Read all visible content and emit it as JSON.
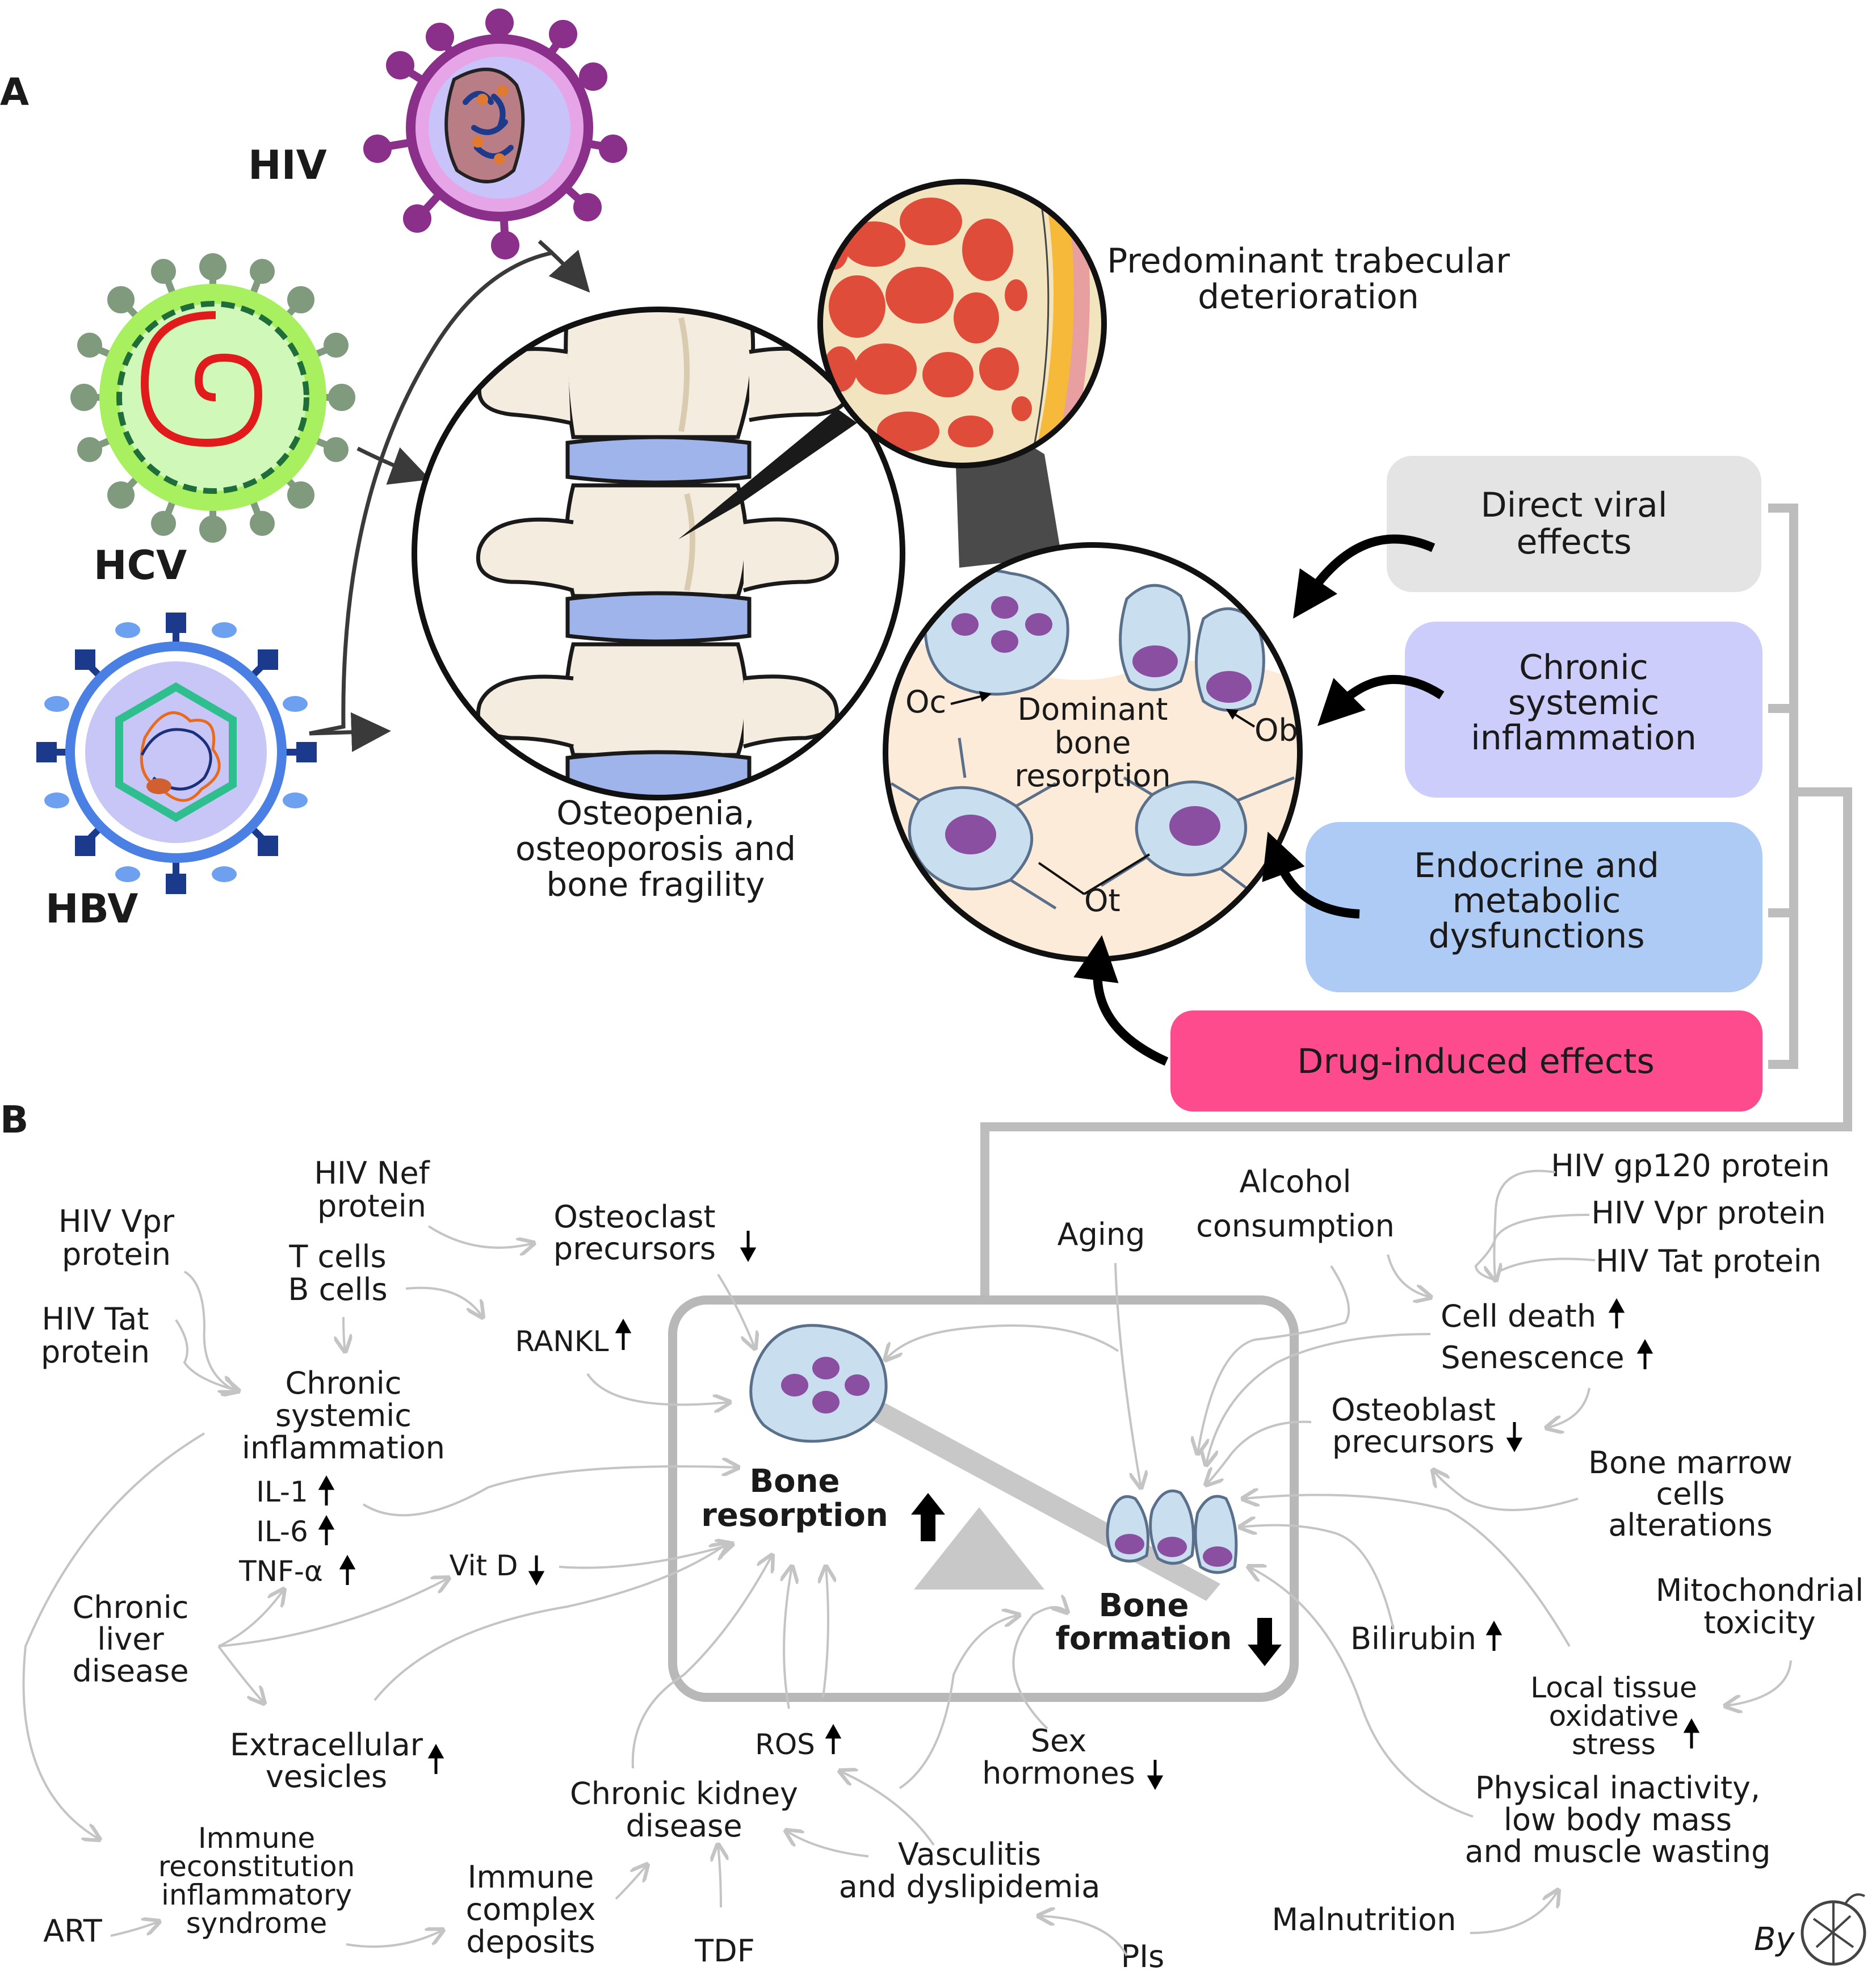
{
  "panel_labels": {
    "a": "A",
    "b": "B"
  },
  "viruses": {
    "hiv": "HIV",
    "hcv": "HCV",
    "hbv": "HBV"
  },
  "bone": {
    "osteopenia": [
      "Osteopenia,",
      "osteoporosis and",
      "bone fragility"
    ],
    "trabecular": [
      "Predominant trabecular",
      "deterioration"
    ],
    "cells": {
      "oc": "Oc",
      "ob": "Ob",
      "ot": "Ot",
      "dominant": [
        "Dominant",
        "bone",
        "resorption"
      ]
    }
  },
  "effects": {
    "direct": [
      "Direct viral",
      "effects"
    ],
    "inflammation": [
      "Chronic",
      "systemic",
      "inflammation"
    ],
    "endocrine": [
      "Endocrine and",
      "metabolic",
      "dysfunctions"
    ],
    "drug": "Drug-induced effects"
  },
  "colors": {
    "direct_box": "#e4e4e4",
    "inflammation_box": "#cccdfb",
    "endocrine_box": "#aecbf6",
    "drug_box": "#fd4b8e",
    "connector_gray": "#bdbdbd",
    "arrow_gray": "#c4c4c4"
  },
  "mechanisms": {
    "hiv_nef": [
      "HIV Nef",
      "protein"
    ],
    "hiv_vpr_left": [
      "HIV Vpr",
      "protein"
    ],
    "hiv_tat_left": [
      "HIV Tat",
      "protein"
    ],
    "tb_cells": [
      "T cells",
      "B cells"
    ],
    "osteoclast_precursors": [
      "Osteoclast",
      "precursors"
    ],
    "rankl": "RANKL",
    "chronic_inflammation": [
      "Chronic",
      "systemic",
      "inflammation"
    ],
    "il1": "IL-1",
    "il6": "IL-6",
    "tnf": "TNF-α",
    "vitd": "Vit D",
    "chronic_liver": [
      "Chronic",
      "liver",
      "disease"
    ],
    "extracellular": [
      "Extracellular",
      "vesicles"
    ],
    "immune_reconstitution": [
      "Immune",
      "reconstitution",
      "inflammatory",
      "syndrome"
    ],
    "art": "ART",
    "immune_complex": [
      "Immune",
      "complex",
      "deposits"
    ],
    "tdf": "TDF",
    "ckd": [
      "Chronic kidney",
      "disease"
    ],
    "ros": "ROS",
    "vasculitis": [
      "Vasculitis",
      "and dyslipidemia"
    ],
    "pis": "PIs",
    "sex_hormones": [
      "Sex",
      "hormones"
    ],
    "aging": "Aging",
    "alcohol": [
      "Alcohol",
      "consumption"
    ],
    "gp120": "HIV gp120 protein",
    "hiv_vpr_right": "HIV Vpr protein",
    "hiv_tat_right": "HIV Tat protein",
    "cell_death": "Cell death",
    "senescence": "Senescence",
    "osteoblast_precursors": [
      "Osteoblast",
      "precursors"
    ],
    "bone_marrow": [
      "Bone marrow",
      "cells",
      "alterations"
    ],
    "mitochondrial": [
      "Mitochondrial",
      "toxicity"
    ],
    "bilirubin": "Bilirubin",
    "local_stress": [
      "Local tissue",
      "oxidative",
      "stress"
    ],
    "physical": [
      "Physical inactivity,",
      "low body mass",
      "and muscle wasting"
    ],
    "malnutrition": "Malnutrition",
    "bone_resorption": [
      "Bone",
      "resorption"
    ],
    "bone_formation": [
      "Bone",
      "formation"
    ]
  },
  "signature": "By"
}
